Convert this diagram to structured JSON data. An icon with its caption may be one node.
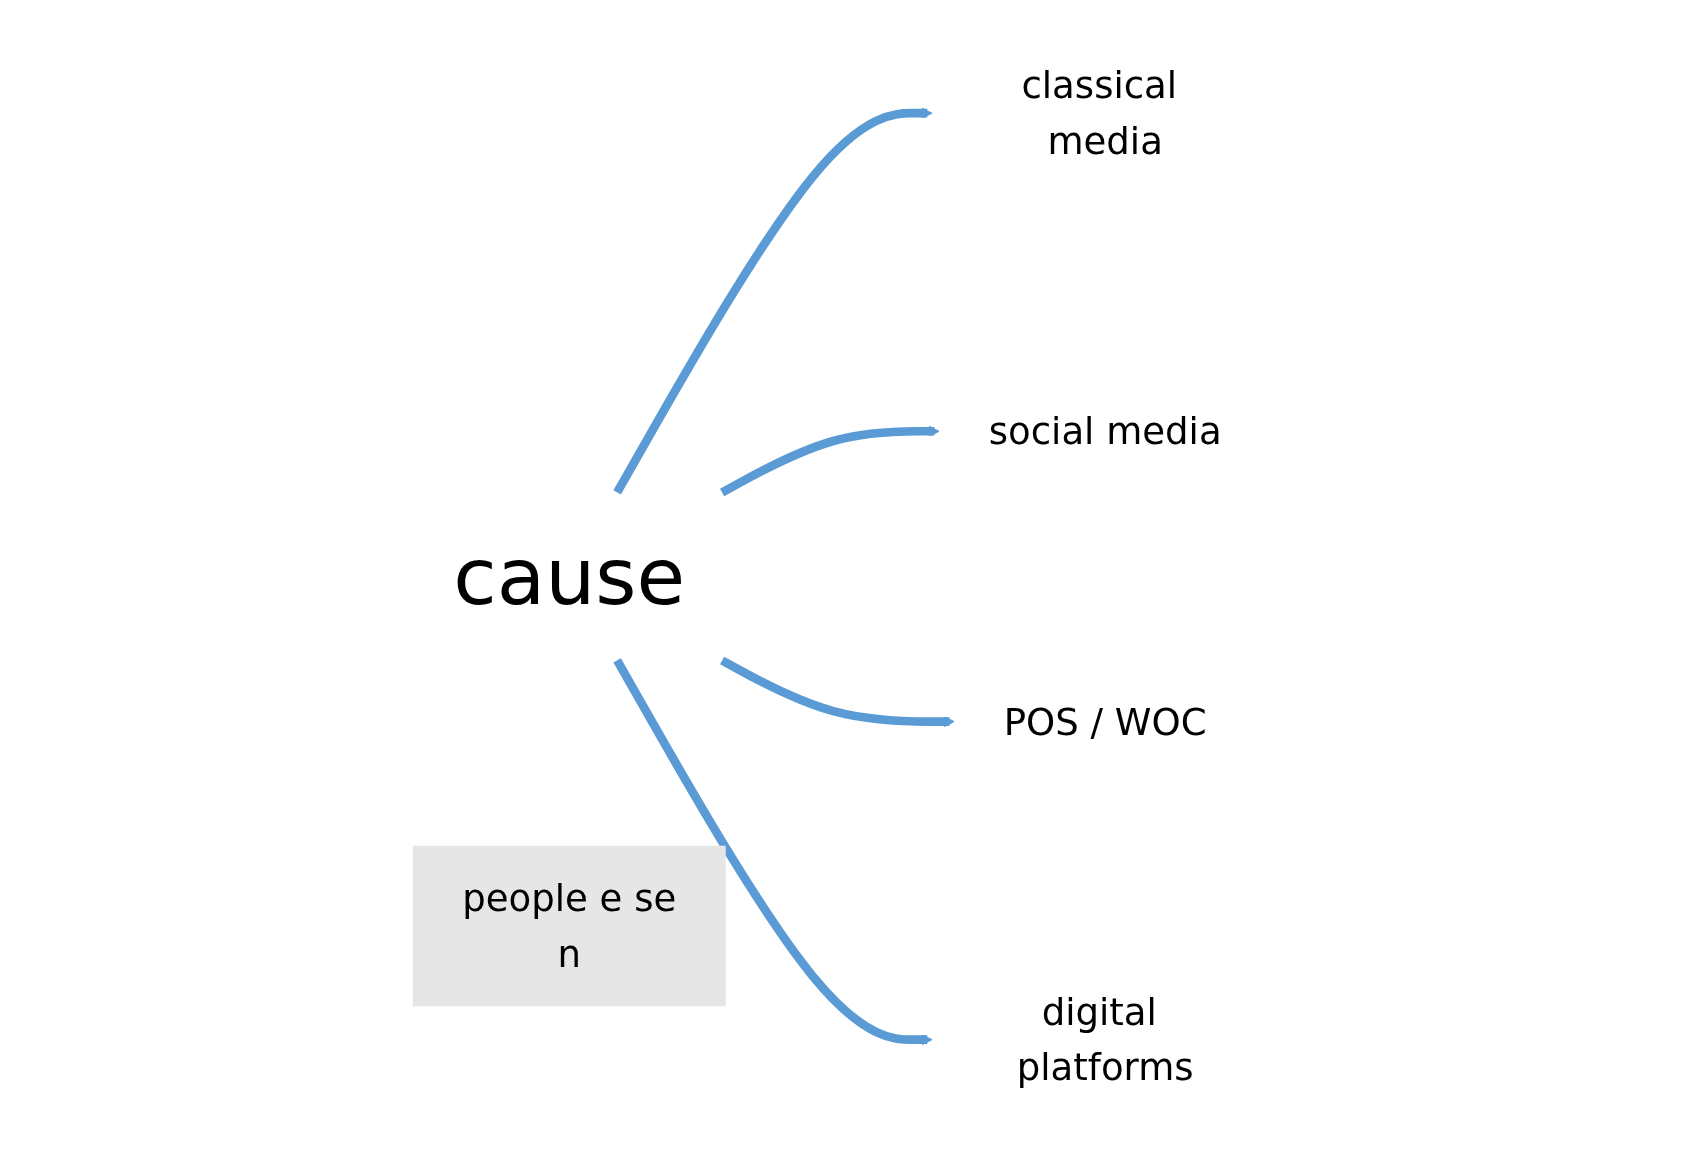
{
  "diagram": {
    "nodes": [
      {
        "text": [
          "people e se",
          "n"
        ]
      },
      {
        "text": [
          "classical media"
        ]
      },
      {
        "text": [
          "social media"
        ]
      },
      {
        "text": [
          "cause"
        ]
      },
      {
        "text": [
          "POS / WOC"
        ]
      },
      {
        "text": [
          "digital platforms"
        ]
      }
    ],
    "edges": [
      {
        "from": 3,
        "to": 1,
        "arrow": "to"
      },
      {
        "from": 3,
        "to": 2,
        "arrow": "to"
      },
      {
        "from": 3,
        "to": 4,
        "arrow": "to"
      },
      {
        "from": 3,
        "to": 5,
        "arrow": "to"
      }
    ]
  }
}
